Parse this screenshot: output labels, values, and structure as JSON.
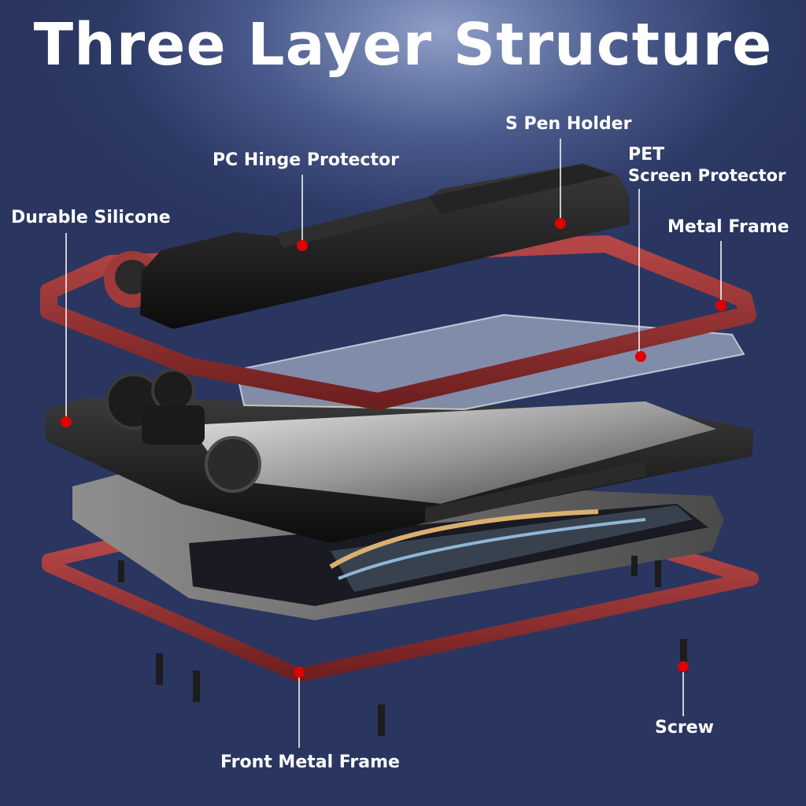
{
  "title": "Three Layer Structure",
  "labels": {
    "s_pen_holder": "S Pen Holder",
    "pc_hinge_protector": "PC Hinge Protector",
    "pet_screen_protector_line1": "PET",
    "pet_screen_protector_line2": "Screen Protector",
    "durable_silicone": "Durable Silicone",
    "metal_frame": "Metal Frame",
    "screw": "Screw",
    "front_metal_frame": "Front Metal Frame"
  },
  "colors": {
    "background": "#2d3a66",
    "marker": "#e00000",
    "metal_frame": "#8a2a2a",
    "silicone": "#111111",
    "text": "#ffffff"
  }
}
